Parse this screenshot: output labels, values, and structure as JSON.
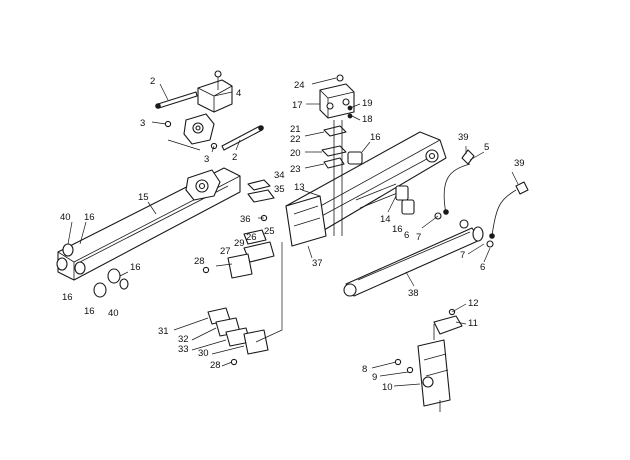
{
  "callouts": [
    {
      "id": "c2a",
      "text": "2"
    },
    {
      "id": "c4",
      "text": "4"
    },
    {
      "id": "c3a",
      "text": "3"
    },
    {
      "id": "c3b",
      "text": "3"
    },
    {
      "id": "c2b",
      "text": "2"
    },
    {
      "id": "c15",
      "text": "15"
    },
    {
      "id": "c40a",
      "text": "40"
    },
    {
      "id": "c16a",
      "text": "16"
    },
    {
      "id": "c16b",
      "text": "16"
    },
    {
      "id": "c16c",
      "text": "16"
    },
    {
      "id": "c16d",
      "text": "16"
    },
    {
      "id": "c40b",
      "text": "40"
    },
    {
      "id": "c24",
      "text": "24"
    },
    {
      "id": "c17",
      "text": "17"
    },
    {
      "id": "c19",
      "text": "19"
    },
    {
      "id": "c18",
      "text": "18"
    },
    {
      "id": "c21",
      "text": "21"
    },
    {
      "id": "c22",
      "text": "22"
    },
    {
      "id": "c20",
      "text": "20"
    },
    {
      "id": "c23",
      "text": "23"
    },
    {
      "id": "c16e",
      "text": "16"
    },
    {
      "id": "c13",
      "text": "13"
    },
    {
      "id": "c34",
      "text": "34"
    },
    {
      "id": "c35",
      "text": "35"
    },
    {
      "id": "c36",
      "text": "36"
    },
    {
      "id": "c25",
      "text": "25"
    },
    {
      "id": "c26",
      "text": "26"
    },
    {
      "id": "c29",
      "text": "29"
    },
    {
      "id": "c27",
      "text": "27"
    },
    {
      "id": "c28a",
      "text": "28"
    },
    {
      "id": "c37",
      "text": "37"
    },
    {
      "id": "c14",
      "text": "14"
    },
    {
      "id": "c16f",
      "text": "16"
    },
    {
      "id": "c6a",
      "text": "6"
    },
    {
      "id": "c7a",
      "text": "7"
    },
    {
      "id": "c38",
      "text": "38"
    },
    {
      "id": "c39a",
      "text": "39"
    },
    {
      "id": "c5",
      "text": "5"
    },
    {
      "id": "c39b",
      "text": "39"
    },
    {
      "id": "c7b",
      "text": "7"
    },
    {
      "id": "c6b",
      "text": "6"
    },
    {
      "id": "c31",
      "text": "31"
    },
    {
      "id": "c32",
      "text": "32"
    },
    {
      "id": "c33",
      "text": "33"
    },
    {
      "id": "c30",
      "text": "30"
    },
    {
      "id": "c28b",
      "text": "28"
    },
    {
      "id": "c12",
      "text": "12"
    },
    {
      "id": "c11",
      "text": "11"
    },
    {
      "id": "c8",
      "text": "8"
    },
    {
      "id": "c9",
      "text": "9"
    },
    {
      "id": "c10",
      "text": "10"
    }
  ]
}
